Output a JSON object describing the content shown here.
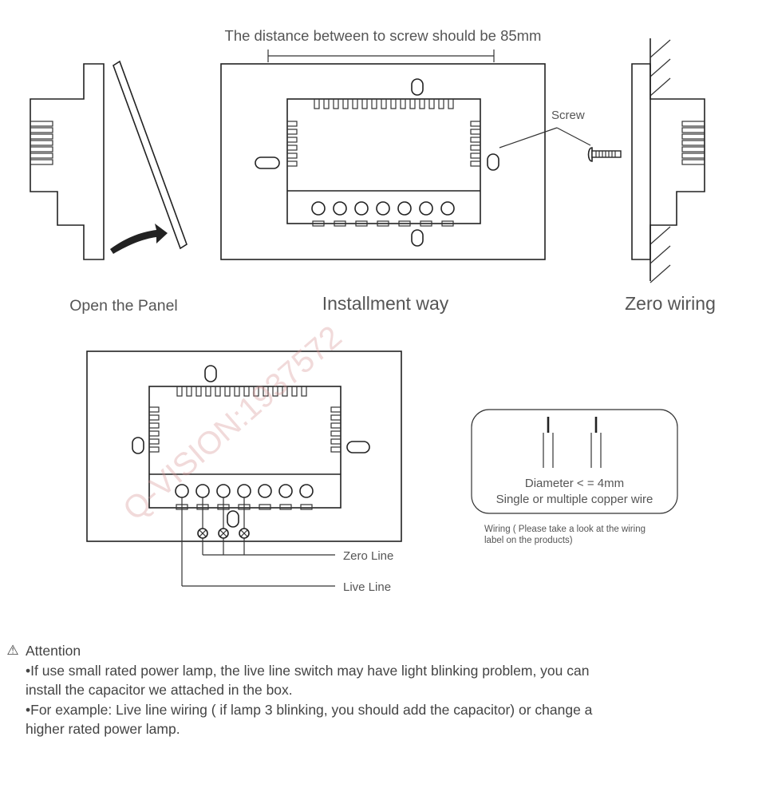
{
  "top": {
    "distance_note": "The distance between to screw should be 85mm",
    "screw_label": "Screw"
  },
  "captions": {
    "open_panel": "Open the Panel",
    "install_way": "Installment way",
    "zero_wiring": "Zero wiring"
  },
  "wiring": {
    "watermark": "Q-VISION:1937572",
    "zero_line": "Zero Line",
    "live_line": "Live Line"
  },
  "wire_spec": {
    "diameter": "Diameter < = 4mm",
    "type": "Single or multiple copper wire",
    "note_line1": "Wiring ( Please take a look at the wiring",
    "note_line2": "label on the products)"
  },
  "attention": {
    "icon": "warning-triangle-icon",
    "title": "Attention",
    "line1": "•If use small rated power lamp, the live line switch may have light blinking problem, you can",
    "line2": "install the capacitor we attached in the box.",
    "line3": "•For example: Live line wiring ( if lamp 3 blinking, you should add the capacitor) or change a",
    "line4": "higher rated power lamp."
  }
}
